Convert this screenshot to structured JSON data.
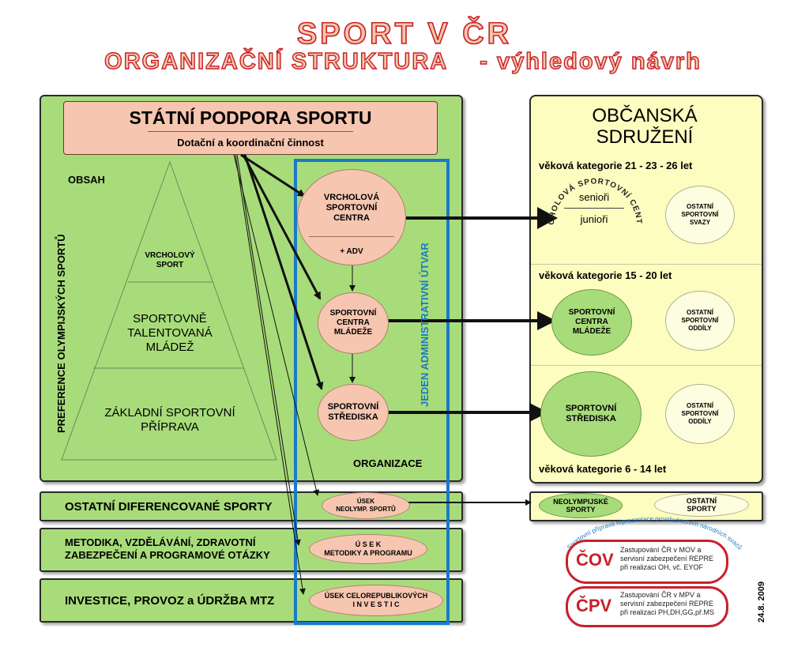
{
  "title": {
    "line1": "SPORT  V  ČR",
    "line2": "ORGANIZAČNÍ  STRUKTURA",
    "line2_sub": "-  výhledový návrh"
  },
  "state": {
    "header": "STÁTNÍ PODPORA SPORTU",
    "subheader": "Dotační a koordinační činnost",
    "obsah": "OBSAH",
    "preference": "PREFERENCE  OLYMPIJSKÝCH  SPORTŮ",
    "organizace": "ORGANIZACE",
    "admin_unit": "JEDEN ADMINISTRATIVNÍ ÚTVAR",
    "pyramid": {
      "top": [
        "VRCHOLOVÝ",
        "SPORT"
      ],
      "middle": [
        "SPORTOVNĚ",
        "TALENTOVANÁ",
        "MLÁDEŽ"
      ],
      "bottom": [
        "ZÁKLADNÍ SPORTOVNÍ",
        "PŘÍPRAVA"
      ]
    },
    "nodes": {
      "vsc": [
        "VRCHOLOVÁ",
        "SPORTOVNÍ",
        "CENTRA"
      ],
      "adv": "+ ADV",
      "scm": [
        "SPORTOVNÍ",
        "CENTRA",
        "MLÁDEŽE"
      ],
      "ss": [
        "SPORTOVNÍ",
        "STŘEDISKA"
      ]
    }
  },
  "bands": [
    {
      "label": "OSTATNÍ DIFERENCOVANÉ SPORTY",
      "node": [
        "ÚSEK",
        "NEOLYMP. SPORTŮ"
      ]
    },
    {
      "label": "METODIKA, VZDĚLÁVÁNÍ, ZDRAVOTNÍ",
      "label2": "ZABEZPEČENÍ A PROGRAMOVÉ OTÁZKY",
      "node": [
        "Ú S E K",
        "METODIKY A PROGRAMU"
      ]
    },
    {
      "label": "INVESTICE, PROVOZ a ÚDRŽBA MTZ",
      "node": [
        "ÚSEK CELOREPUBLIKOVÝCH",
        "I N V E S T I C"
      ]
    }
  ],
  "civic": {
    "header": [
      "OBČANSKÁ",
      "SDRUŽENÍ"
    ],
    "cat1": "věková kategorie 21 - 23 - 26 let",
    "cat2": "věková kategorie 15 - 20 let",
    "cat3": "věková kategorie 6 - 14 let",
    "vsc_ring": "VRCHOLOVÁ SPORTOVNÍ CENTRA",
    "seniori": "senioři",
    "juniori": "junioři",
    "ostatni_svazy": [
      "OSTATNÍ",
      "SPORTOVNÍ",
      "SVAZY"
    ],
    "scm": [
      "SPORTOVNÍ",
      "CENTRA",
      "MLÁDEŽE"
    ],
    "ostatni_oddily1": [
      "OSTATNÍ",
      "SPORTOVNÍ",
      "ODDÍLY"
    ],
    "ss": [
      "SPORTOVNÍ",
      "STŘEDISKA"
    ],
    "ostatni_oddily2": [
      "OSTATNÍ",
      "SPORTOVNÍ",
      "ODDÍLY"
    ],
    "neolymp": [
      "NEOLYMPIJSKÉ",
      "SPORTY"
    ],
    "ostatni_sporty": [
      "OSTATNÍ",
      "SPORTY"
    ]
  },
  "repre": {
    "arc": "Sportovní příprava reprezentace prostřednictvím národních svazů",
    "cov": "ČOV",
    "cov_text": [
      "Zastupování ČR v MOV a",
      "servisní zabezpečení REPRE",
      "při realizaci OH, vč. EYOF"
    ],
    "cpv": "ČPV",
    "cpv_text": [
      "Zastupování ČR v MPV a",
      "servisní zabezpečení REPRE",
      "při realizaci PH,DH,GG,př.MS"
    ]
  },
  "date": "24.8. 2009",
  "colors": {
    "green": "#a8dc7a",
    "yellow": "#fdfdc0",
    "pink": "#f6c6b0",
    "blue": "#1a7ac8",
    "red": "#c8202a"
  }
}
